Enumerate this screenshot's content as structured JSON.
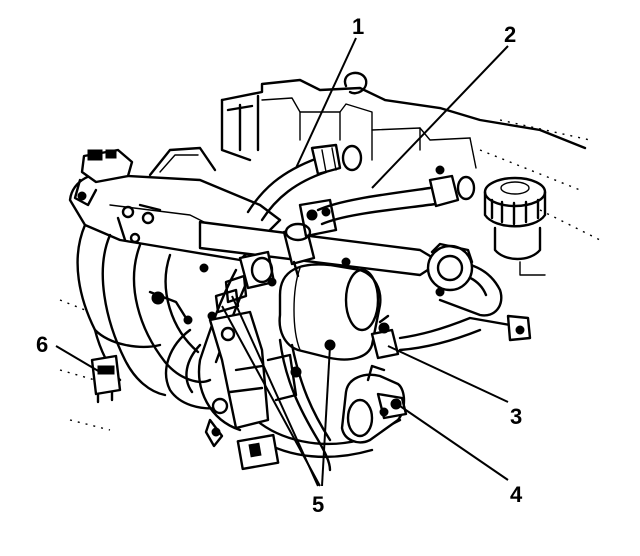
{
  "callouts": [
    {
      "id": "c1",
      "label": "1"
    },
    {
      "id": "c2",
      "label": "2"
    },
    {
      "id": "c3",
      "label": "3"
    },
    {
      "id": "c4",
      "label": "4"
    },
    {
      "id": "c5",
      "label": "5"
    },
    {
      "id": "c6",
      "label": "6"
    }
  ],
  "colors": {
    "ink": "#000000",
    "paper": "#ffffff"
  }
}
